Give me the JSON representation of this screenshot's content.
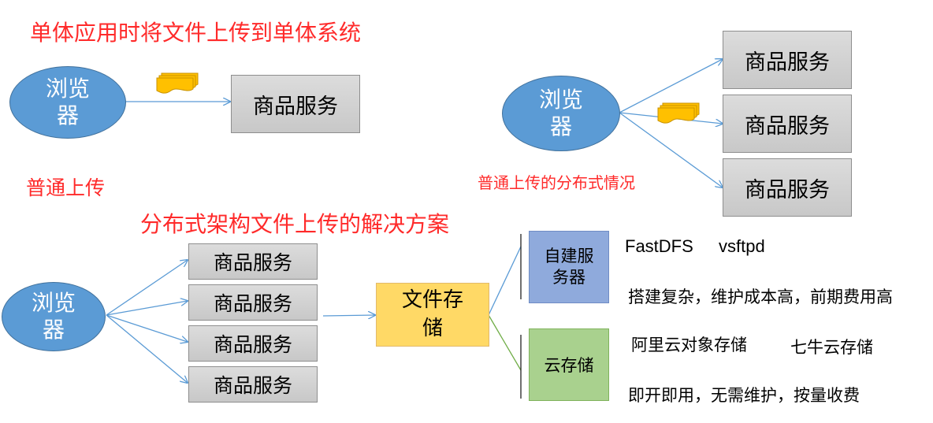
{
  "section_single": {
    "title": "单体应用时将文件上传到单体系统",
    "browser": "浏览器",
    "service": "商品服务",
    "caption": "普通上传"
  },
  "section_distributed": {
    "browser": "浏览器",
    "services": [
      "商品服务",
      "商品服务",
      "商品服务"
    ],
    "caption": "普通上传的分布式情况"
  },
  "section_solution": {
    "title": "分布式架构文件上传的解决方案",
    "browser": "浏览器",
    "services": [
      "商品服务",
      "商品服务",
      "商品服务",
      "商品服务"
    ],
    "storage": "文件存储",
    "self_built": {
      "label": "自建服务器",
      "products_a": "FastDFS",
      "products_b": "vsftpd",
      "note": "搭建复杂，维护成本高，前期费用高"
    },
    "cloud": {
      "label": "云存储",
      "products_a": "阿里云对象存储",
      "products_b": "七牛云存储",
      "note": "即开即用，无需维护，按量收费"
    }
  },
  "colors": {
    "title_red": "#ff2a2a",
    "browser_blue": "#5b9bd5",
    "service_gray": "#d3d3d3",
    "storage_yellow": "#ffd966",
    "self_built_blue": "#8faadc",
    "cloud_green": "#a9d18e",
    "arrow_blue": "#5b9bd5",
    "file_icon_yellow": "#ffc000"
  },
  "icons": [
    "file-stack-icon"
  ]
}
